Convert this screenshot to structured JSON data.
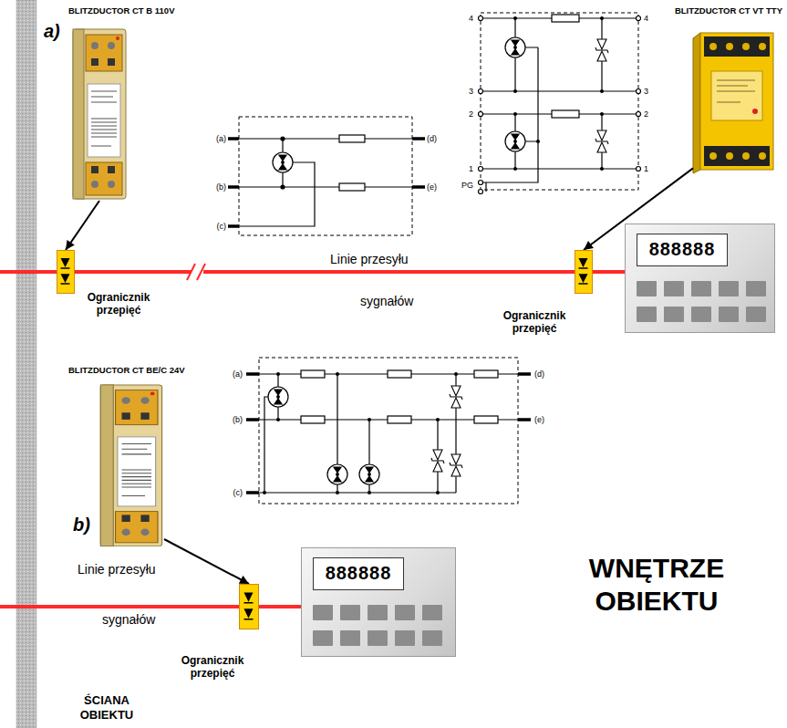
{
  "diagram": {
    "nodes": [
      {
        "text": [
          "BLITZDUCTOR CT B 110V"
        ]
      },
      {
        "text": [
          "BLITZDUCTOR CT VT TTY"
        ]
      },
      {
        "text": [
          "Ogranicznik przepięć"
        ]
      },
      {
        "text": [
          "Ogranicznik przepięć"
        ]
      },
      {
        "text": [
          "888888"
        ]
      },
      {
        "text": [
          "BLITZDUCTOR CT BE/C 24V"
        ]
      },
      {
        "text": [
          "Ogranicznik przepięć"
        ]
      },
      {
        "text": [
          "888888"
        ]
      }
    ],
    "edges": [
      {
        "from": 0,
        "to": 2,
        "arrow": "to"
      },
      {
        "from": 1,
        "to": 3,
        "arrow": "to"
      },
      {
        "from": 2,
        "to": 3,
        "arrow": "none"
      },
      {
        "from": 3,
        "to": 4,
        "arrow": "none"
      },
      {
        "from": 5,
        "to": 6,
        "arrow": "to"
      },
      {
        "from": 6,
        "to": 7,
        "arrow": "none"
      }
    ],
    "labels": [
      "a)",
      "(a)",
      "(b)",
      "(c)",
      "(d)",
      "(e)",
      "4",
      "3",
      "2",
      "1",
      "PG",
      "4",
      "3",
      "2",
      "1",
      "Linie przesyłu",
      "sygnałów",
      "(a)",
      "(b)",
      "(c)",
      "(d)",
      "(e)",
      "b)",
      "Linie przesyłu",
      "sygnałów",
      "WNĘTRZE OBIEKTU",
      "ŚCIANA OBIEKTU"
    ]
  }
}
